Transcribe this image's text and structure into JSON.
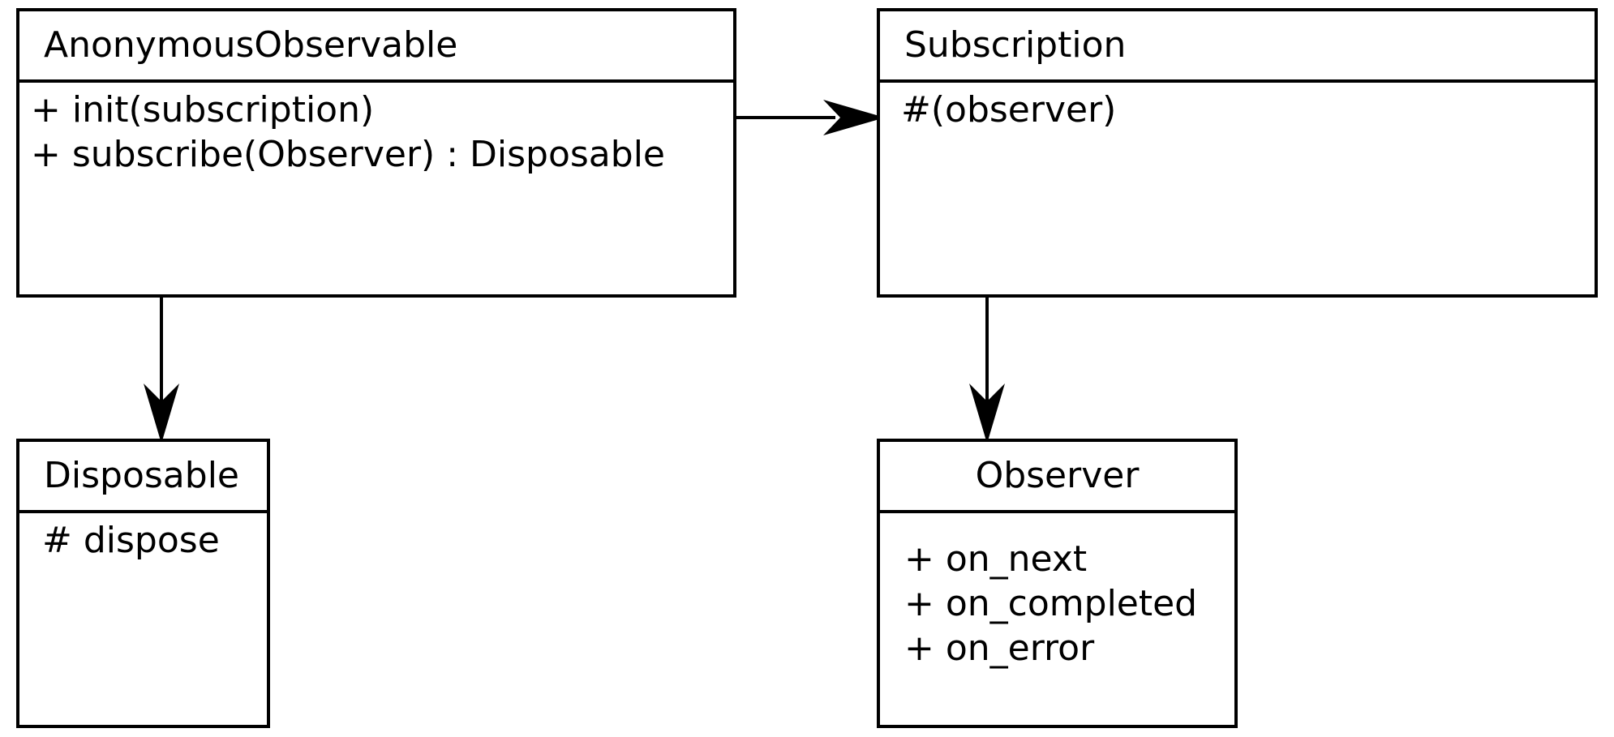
{
  "classes": {
    "anonymous_observable": {
      "name": "AnonymousObservable",
      "members": [
        "+ init(subscription)",
        "+ subscribe(Observer) : Disposable"
      ]
    },
    "subscription": {
      "name": "Subscription",
      "members": [
        "#(observer)"
      ]
    },
    "disposable": {
      "name": "Disposable",
      "members": [
        "# dispose"
      ]
    },
    "observer": {
      "name": "Observer",
      "members": [
        "+ on_next",
        "+ on_completed",
        "+ on_error"
      ]
    }
  },
  "relations": [
    {
      "from": "AnonymousObservable",
      "to": "Subscription",
      "kind": "directed-association"
    },
    {
      "from": "AnonymousObservable",
      "to": "Disposable",
      "kind": "directed-association"
    },
    {
      "from": "Subscription",
      "to": "Observer",
      "kind": "directed-association"
    }
  ],
  "colors": {
    "line": "#000000",
    "background": "#ffffff"
  }
}
